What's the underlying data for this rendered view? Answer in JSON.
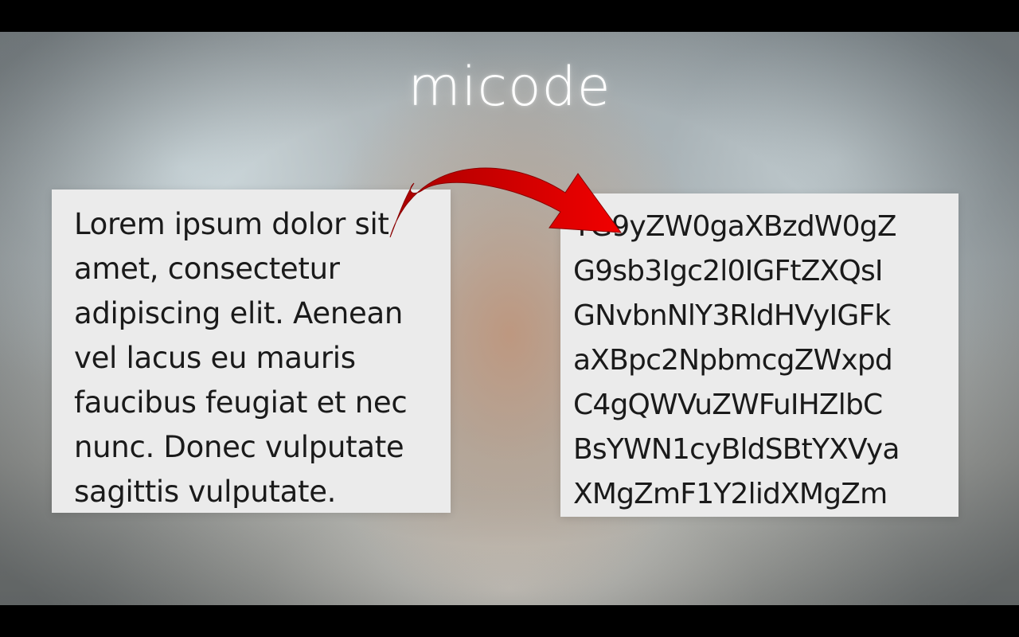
{
  "title": "micode",
  "original": {
    "lines": [
      "Lorem ipsum dolor sit",
      "amet, consectetur",
      "adipiscing elit. Aenean",
      "vel lacus eu mauris",
      "faucibus feugiat et nec",
      "nunc. Donec vulputate",
      "sagittis vulputate."
    ]
  },
  "encoded": {
    "lines": [
      "TG9yZW0gaXBzdW0gZ",
      "G9sb3Igc2l0IGFtZXQsI",
      "GNvbnNlY3RldHVyIGFk",
      "aXBpc2NpbmcgZWxpd",
      "C4gQWVuZWFuIHZlbC",
      "BsYWN1cyBldSBtYXVya",
      "XMgZmF1Y2lidXMgZm"
    ]
  },
  "colors": {
    "arrow": "#d40000",
    "card_background": "#ebebeb",
    "text": "#1a1a1a",
    "title": "#ffffff"
  },
  "icons": {
    "arrow": "curved-arrow-icon"
  }
}
